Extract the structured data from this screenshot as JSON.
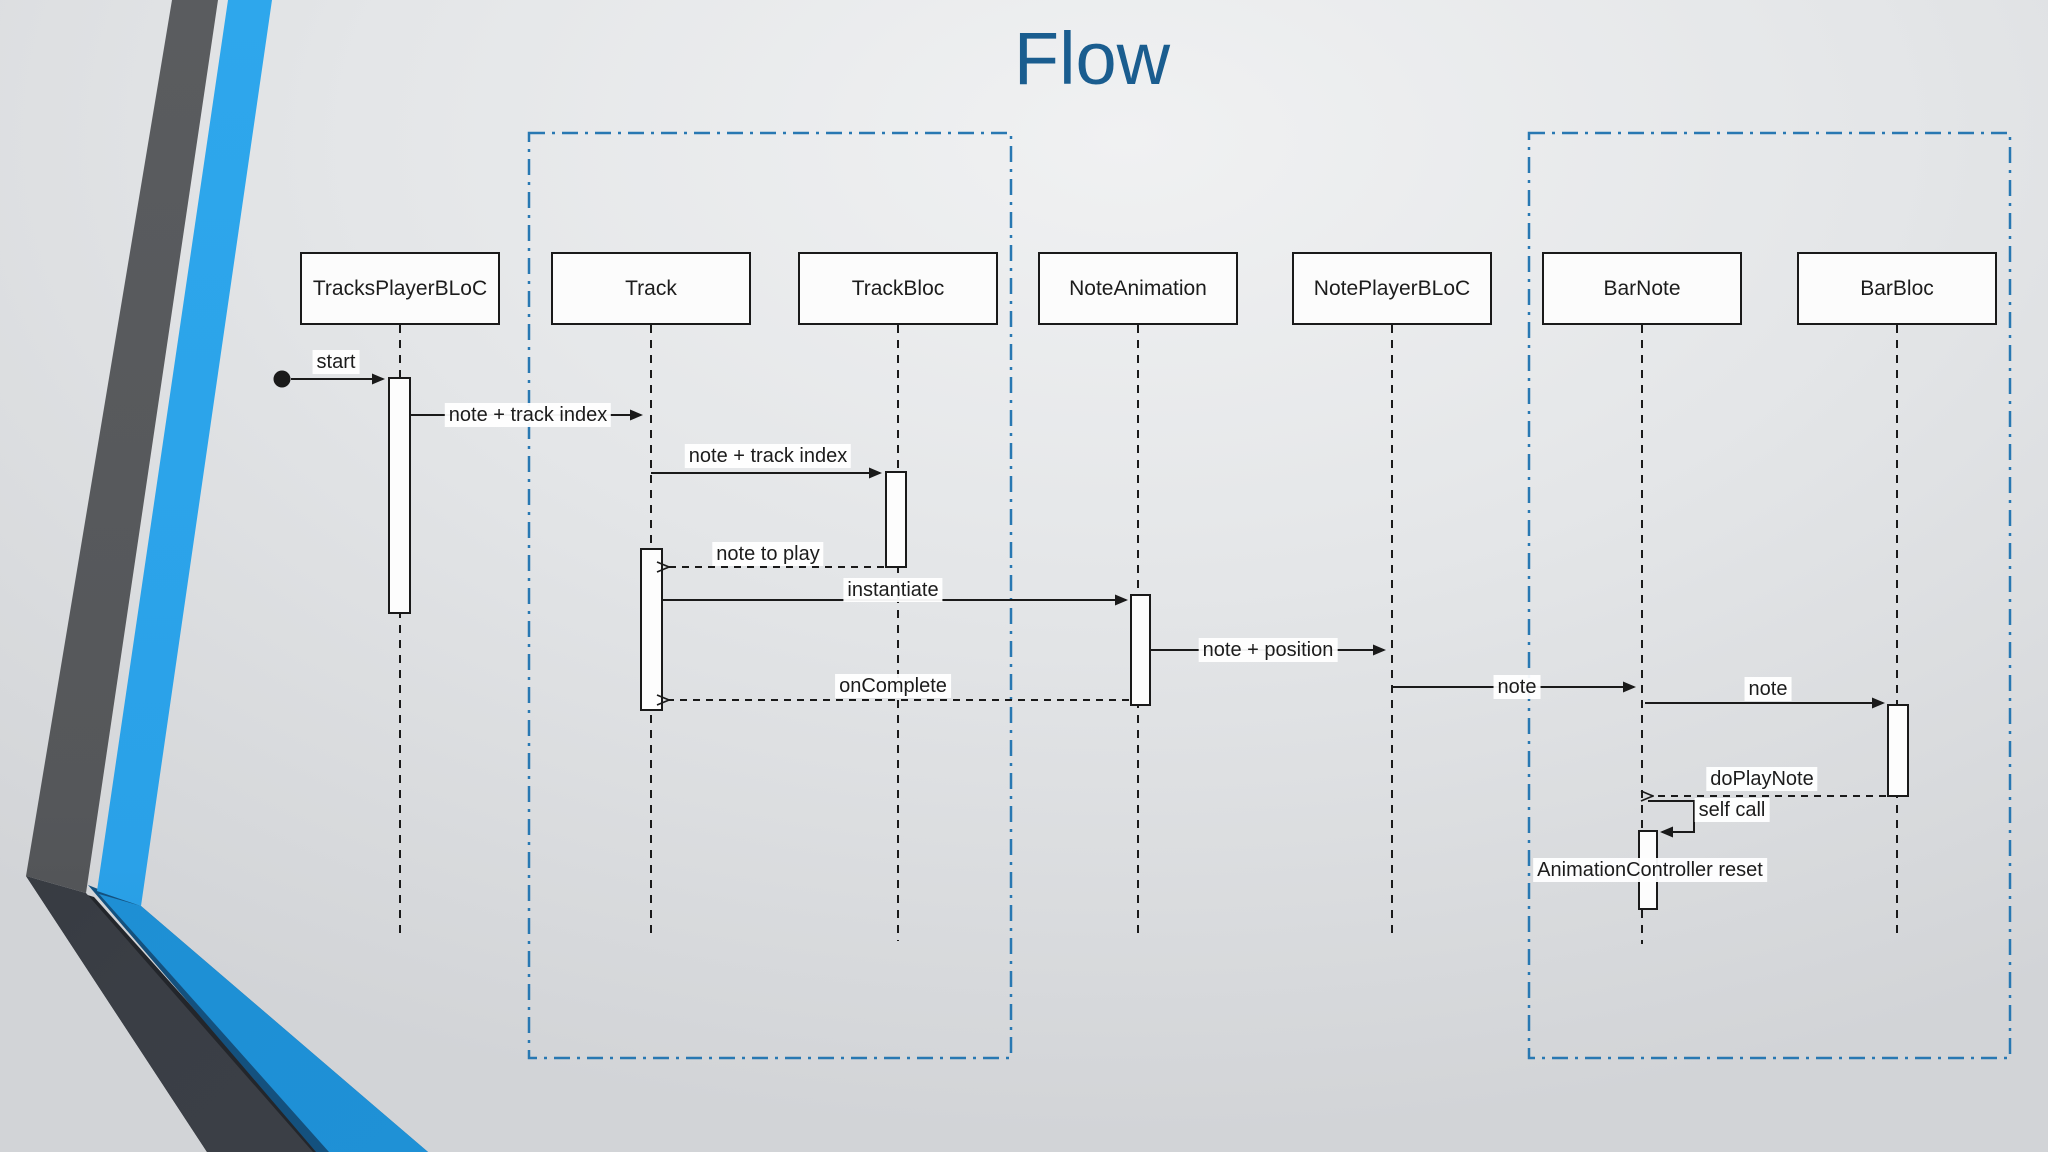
{
  "title": "Flow",
  "theme": {
    "title_color": "#1a5d8f",
    "boundary_color": "#2878b2",
    "line_color": "#1a1a1a",
    "stripe_gray": "#55575a",
    "stripe_gray_dark": "#383c42",
    "stripe_blue": "#2aa1e8",
    "stripe_blue_dark": "#1e8fd4",
    "stripe_navy": "#14517e"
  },
  "diagram": {
    "lifelines": [
      {
        "name": "TracksPlayerBLoC"
      },
      {
        "name": "Track"
      },
      {
        "name": "TrackBloc"
      },
      {
        "name": "NoteAnimation"
      },
      {
        "name": "NotePlayerBLoC"
      },
      {
        "name": "BarNote"
      },
      {
        "name": "BarBloc"
      }
    ],
    "messages": [
      {
        "label": "start",
        "type": "start"
      },
      {
        "label": "note + track index",
        "type": "call"
      },
      {
        "label": "note + track index",
        "type": "call"
      },
      {
        "label": "note to play",
        "type": "return"
      },
      {
        "label": "instantiate",
        "type": "call"
      },
      {
        "label": "note + position",
        "type": "call"
      },
      {
        "label": "note",
        "type": "call"
      },
      {
        "label": "note",
        "type": "call"
      },
      {
        "label": "doPlayNote",
        "type": "return"
      },
      {
        "label": "self call",
        "type": "self"
      },
      {
        "label": "onComplete",
        "type": "return"
      },
      {
        "label": "AnimationController reset",
        "type": "annotation"
      }
    ]
  }
}
